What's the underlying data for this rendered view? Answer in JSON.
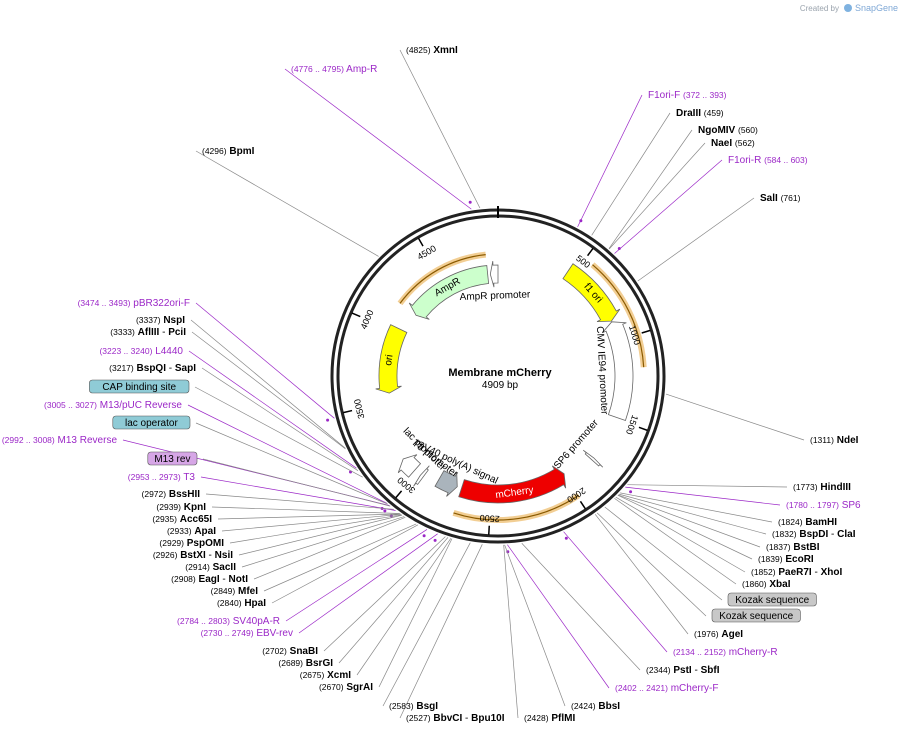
{
  "brand": {
    "created_by": "Created by",
    "name": "SnapGene"
  },
  "plasmid": {
    "name": "Membrane mCherry",
    "length_label": "4909 bp",
    "length": 4909
  },
  "ticks": [
    {
      "bp": 500,
      "label": "500"
    },
    {
      "bp": 1000,
      "label": "1000"
    },
    {
      "bp": 1500,
      "label": "1500"
    },
    {
      "bp": 2000,
      "label": "2000"
    },
    {
      "bp": 2500,
      "label": "2500"
    },
    {
      "bp": 3000,
      "label": "3000"
    },
    {
      "bp": 3500,
      "label": "3500"
    },
    {
      "bp": 4000,
      "label": "4000"
    },
    {
      "bp": 4500,
      "label": "4500"
    }
  ],
  "features": [
    {
      "name": "f1 ori",
      "start": 460,
      "end": 875,
      "strand": 1,
      "color": "#ffff00",
      "label_text": "f1 ori"
    },
    {
      "name": "CMV IE94 promoter",
      "start": 880,
      "end": 1490,
      "strand": -1,
      "color": "#ffffff",
      "label_text": "CMV IE94 promoter"
    },
    {
      "name": "SP6 promoter",
      "start": 1780,
      "end": 1797,
      "strand": -1,
      "color": "#ffffff",
      "label_text": "SP6 promoter"
    },
    {
      "name": "mCherry",
      "start": 1990,
      "end": 2700,
      "strand": -1,
      "color": "#ee0000",
      "label_text": "mCherry"
    },
    {
      "name": "SV40 poly(A) signal",
      "start": 2730,
      "end": 2860,
      "strand": -1,
      "color": "#aab4bc",
      "label_text": "SV40 poly(A) signal"
    },
    {
      "name": "T3 promoter",
      "start": 2953,
      "end": 2973,
      "strand": 1,
      "color": "#ffffff",
      "label_text": "T3 promoter"
    },
    {
      "name": "lac promoter",
      "start": 3020,
      "end": 3120,
      "strand": 1,
      "color": "#ffffff",
      "label_text": "lac promoter"
    },
    {
      "name": "ori",
      "start": 3560,
      "end": 4030,
      "strand": -1,
      "color": "#ffff00",
      "label_text": "ori"
    },
    {
      "name": "AmpR",
      "start": 4180,
      "end": 4830,
      "strand": -1,
      "color": "#ccffcc",
      "label_text": "AmpR"
    },
    {
      "name": "AmpR promoter",
      "start": 4850,
      "end": 4909,
      "strand": -1,
      "color": "#ffffff",
      "label_text": "AmpR promoter"
    }
  ],
  "orfs": [
    {
      "start": 550,
      "end": 1180,
      "strand": 1
    },
    {
      "start": 1990,
      "end": 2700,
      "strand": -1
    },
    {
      "start": 4180,
      "end": 4830,
      "strand": -1
    }
  ],
  "left_labels": [
    {
      "pos": "(3474 .. 3493)",
      "name": "pBR322ori-F",
      "bp": 3484,
      "kind": "primer"
    },
    {
      "pos": "(3337)",
      "name": "NspI",
      "bp": 3337,
      "kind": "enzyme"
    },
    {
      "pos": "(3333)",
      "name": "AflIII",
      "name2": "PciI",
      "bp": 3333,
      "kind": "enzyme"
    },
    {
      "pos": "(3223 .. 3240)",
      "name": "L4440",
      "bp": 3231,
      "kind": "primer"
    },
    {
      "pos": "(3217)",
      "name": "BspQI",
      "name2": "SapI",
      "bp": 3217,
      "kind": "enzyme"
    },
    {
      "pos": "",
      "name": "CAP binding site",
      "bp": 3180,
      "kind": "box-cap"
    },
    {
      "pos": "(3005 .. 3027)",
      "name": "M13/pUC Reverse",
      "bp": 3016,
      "kind": "primer"
    },
    {
      "pos": "",
      "name": "lac operator",
      "bp": 3010,
      "kind": "box-lac"
    },
    {
      "pos": "(2992 .. 3008)",
      "name": "M13 Reverse",
      "bp": 3000,
      "kind": "primer"
    },
    {
      "pos": "",
      "name": "M13 rev",
      "bp": 2995,
      "kind": "box-m13"
    },
    {
      "pos": "(2953 .. 2973)",
      "name": "T3",
      "bp": 2963,
      "kind": "primer"
    },
    {
      "pos": "(2972)",
      "name": "BssHII",
      "bp": 2972,
      "kind": "enzyme"
    },
    {
      "pos": "(2939)",
      "name": "KpnI",
      "bp": 2939,
      "kind": "enzyme"
    },
    {
      "pos": "(2935)",
      "name": "Acc65I",
      "bp": 2935,
      "kind": "enzyme"
    },
    {
      "pos": "(2933)",
      "name": "ApaI",
      "bp": 2933,
      "kind": "enzyme"
    },
    {
      "pos": "(2929)",
      "name": "PspOMI",
      "bp": 2929,
      "kind": "enzyme"
    },
    {
      "pos": "(2926)",
      "name": "BstXI",
      "name2": "NsiI",
      "bp": 2926,
      "kind": "enzyme"
    },
    {
      "pos": "(2914)",
      "name": "SacII",
      "bp": 2914,
      "kind": "enzyme"
    },
    {
      "pos": "(2908)",
      "name": "EagI",
      "name2": "NotI",
      "bp": 2908,
      "kind": "enzyme"
    },
    {
      "pos": "(2849)",
      "name": "MfeI",
      "bp": 2849,
      "kind": "enzyme"
    },
    {
      "pos": "(2840)",
      "name": "HpaI",
      "bp": 2840,
      "kind": "enzyme"
    },
    {
      "pos": "(2784 .. 2803)",
      "name": "SV40pA-R",
      "bp": 2793,
      "kind": "primer"
    },
    {
      "pos": "(2730 .. 2749)",
      "name": "EBV-rev",
      "bp": 2740,
      "kind": "primer"
    },
    {
      "pos": "(2702)",
      "name": "SnaBI",
      "bp": 2702,
      "kind": "enzyme"
    },
    {
      "pos": "(2689)",
      "name": "BsrGI",
      "bp": 2689,
      "kind": "enzyme"
    },
    {
      "pos": "(2675)",
      "name": "XcmI",
      "bp": 2675,
      "kind": "enzyme"
    },
    {
      "pos": "(2670)",
      "name": "SgrAI",
      "bp": 2670,
      "kind": "enzyme"
    }
  ],
  "right_labels": [
    {
      "pos": "(1311)",
      "name": "NdeI",
      "bp": 1311,
      "kind": "enzyme"
    },
    {
      "pos": "(1773)",
      "name": "HindIII",
      "bp": 1773,
      "kind": "enzyme"
    },
    {
      "pos": "(1780 .. 1797)",
      "name": "SP6",
      "bp": 1788,
      "kind": "primer"
    },
    {
      "pos": "(1824)",
      "name": "BamHI",
      "bp": 1824,
      "kind": "enzyme"
    },
    {
      "pos": "(1832)",
      "name": "BspDI",
      "name2": "ClaI",
      "bp": 1832,
      "kind": "enzyme"
    },
    {
      "pos": "(1837)",
      "name": "BstBI",
      "bp": 1837,
      "kind": "enzyme"
    },
    {
      "pos": "(1839)",
      "name": "EcoRI",
      "bp": 1839,
      "kind": "enzyme"
    },
    {
      "pos": "(1852)",
      "name": "PaeR7I",
      "name2": "XhoI",
      "bp": 1852,
      "kind": "enzyme"
    },
    {
      "pos": "(1860)",
      "name": "XbaI",
      "bp": 1860,
      "kind": "enzyme"
    },
    {
      "pos": "",
      "name": "Kozak sequence",
      "bp": 1920,
      "kind": "box-kozak"
    },
    {
      "pos": "",
      "name": "Kozak sequence",
      "bp": 1965,
      "kind": "box-kozak"
    },
    {
      "pos": "(1976)",
      "name": "AgeI",
      "bp": 1976,
      "kind": "enzyme"
    },
    {
      "pos": "(2134 .. 2152)",
      "name": "mCherry-R",
      "bp": 2143,
      "kind": "primer"
    },
    {
      "pos": "(2344)",
      "name": "PstI",
      "name2": "SbfI",
      "bp": 2344,
      "kind": "enzyme"
    },
    {
      "pos": "(2402 .. 2421)",
      "name": "mCherry-F",
      "bp": 2411,
      "kind": "primer"
    },
    {
      "pos": "(2424)",
      "name": "BbsI",
      "bp": 2424,
      "kind": "enzyme"
    },
    {
      "pos": "(2428)",
      "name": "PflMI",
      "bp": 2428,
      "kind": "enzyme"
    },
    {
      "pos": "(2527)",
      "name": "BbvCI",
      "name2": "Bpu10I",
      "bp": 2527,
      "kind": "enzyme"
    },
    {
      "pos": "(2583)",
      "name": "BsgI",
      "bp": 2583,
      "kind": "enzyme"
    }
  ],
  "top_labels": [
    {
      "pos": "(4825)",
      "name": "XmnI",
      "bp": 4825,
      "kind": "enzyme"
    },
    {
      "pos": "(4776 .. 4795)",
      "name": "Amp-R",
      "bp": 4785,
      "kind": "primer"
    },
    {
      "pos": "(4296)",
      "name": "BpmI",
      "bp": 4296,
      "kind": "enzyme"
    },
    {
      "pos": "(372 .. 393)",
      "name": "F1ori-F",
      "bp": 383,
      "kind": "primer",
      "name_first": true
    },
    {
      "pos": "(459)",
      "name": "DraIII",
      "bp": 459,
      "kind": "enzyme",
      "name_first": true
    },
    {
      "pos": "(560)",
      "name": "NgoMIV",
      "bp": 560,
      "kind": "enzyme",
      "name_first": true
    },
    {
      "pos": "(562)",
      "name": "NaeI",
      "bp": 562,
      "kind": "enzyme",
      "name_first": true
    },
    {
      "pos": "(584 .. 603)",
      "name": "F1ori-R",
      "bp": 594,
      "kind": "primer",
      "name_first": true
    },
    {
      "pos": "(761)",
      "name": "SalI",
      "bp": 761,
      "kind": "enzyme",
      "name_first": true
    }
  ],
  "colors": {
    "primer": "#9b27c7",
    "enzyme": "#000000",
    "backbone": "#222222",
    "cap_box": "#8fcbd6",
    "m13_box": "#d6a6e6",
    "kozak_box": "#c8c8c8",
    "orf": "#e7a53a"
  }
}
